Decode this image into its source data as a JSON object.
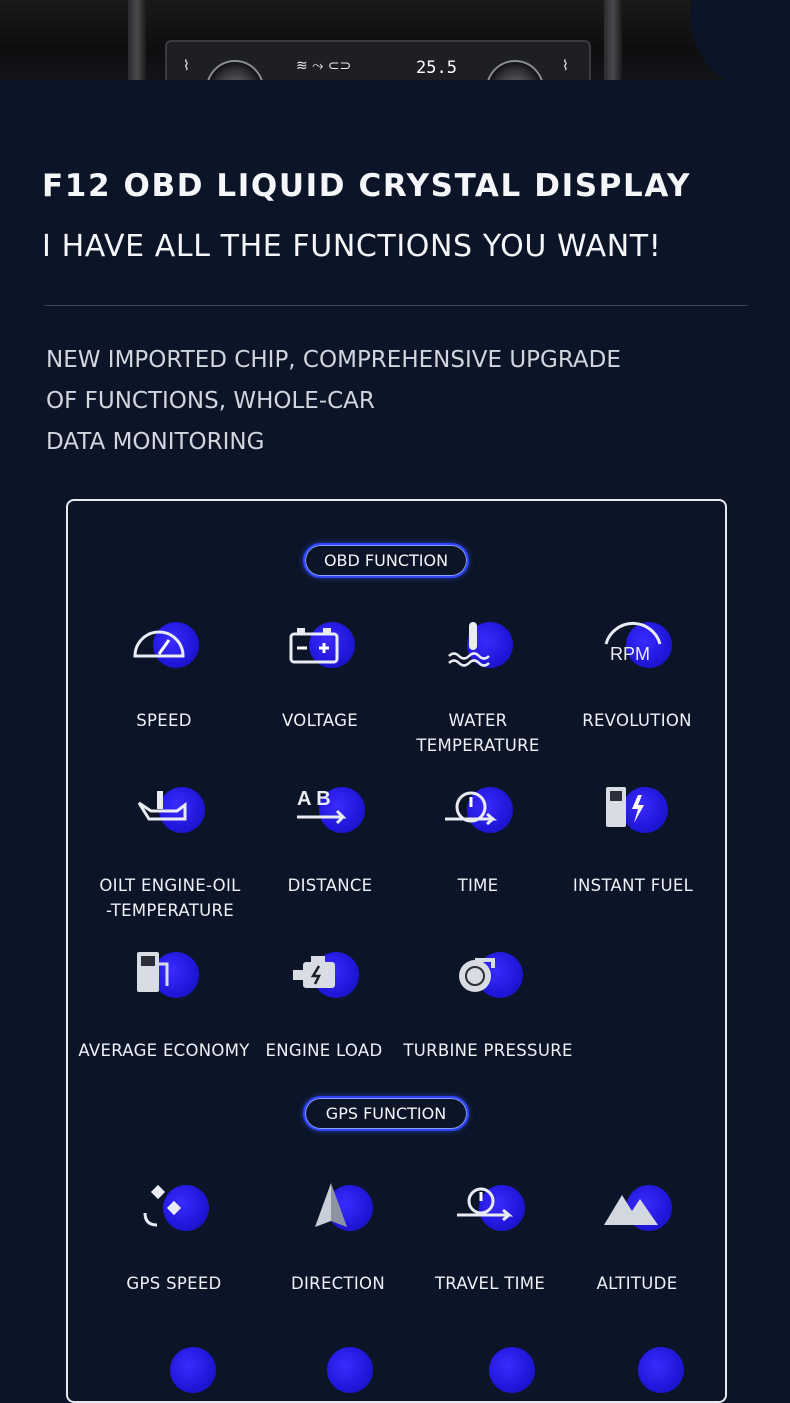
{
  "header": {
    "title": "F12  OBD LIQUID CRYSTAL DISPLAY",
    "subtitle": "I HAVE ALL THE FUNCTIONS YOU WANT!",
    "description_lines": [
      "NEW IMPORTED CHIP, COMPREHENSIVE UPGRADE",
      "OF FUNCTIONS, WHOLE-CAR",
      "DATA MONITORING"
    ]
  },
  "car_console": {
    "temperature": "25.5"
  },
  "obd_section": {
    "label": "OBD FUNCTION",
    "items": [
      {
        "label": "SPEED",
        "icon": "speedometer-icon"
      },
      {
        "label": "VOLTAGE",
        "icon": "battery-icon"
      },
      {
        "label": "WATER TEMPERATURE",
        "icon": "coolant-temperature-icon"
      },
      {
        "label": "REVOLUTION",
        "icon": "rpm-icon"
      },
      {
        "label": "OILT ENGINE-OIL\n-TEMPERATURE",
        "icon": "oil-can-icon"
      },
      {
        "label": "DISTANCE",
        "icon": "distance-ab-icon"
      },
      {
        "label": "TIME",
        "icon": "stopwatch-icon"
      },
      {
        "label": "INSTANT FUEL",
        "icon": "fuel-pump-flash-icon"
      },
      {
        "label": "AVERAGE ECONOMY",
        "icon": "fuel-pump-icon"
      },
      {
        "label": "ENGINE LOAD",
        "icon": "engine-icon"
      },
      {
        "label": "TURBINE PRESSURE",
        "icon": "turbo-icon"
      }
    ]
  },
  "gps_section": {
    "label": "GPS FUNCTION",
    "items": [
      {
        "label": "GPS SPEED",
        "icon": "satellite-icon"
      },
      {
        "label": "DIRECTION",
        "icon": "compass-arrow-icon"
      },
      {
        "label": "TRAVEL TIME",
        "icon": "stopwatch-arrow-icon"
      },
      {
        "label": "ALTITUDE",
        "icon": "mountain-icon"
      }
    ]
  },
  "colors": {
    "background": "#0b1527",
    "accent": "#2a1cf0",
    "pill_border": "#2f45ff"
  }
}
